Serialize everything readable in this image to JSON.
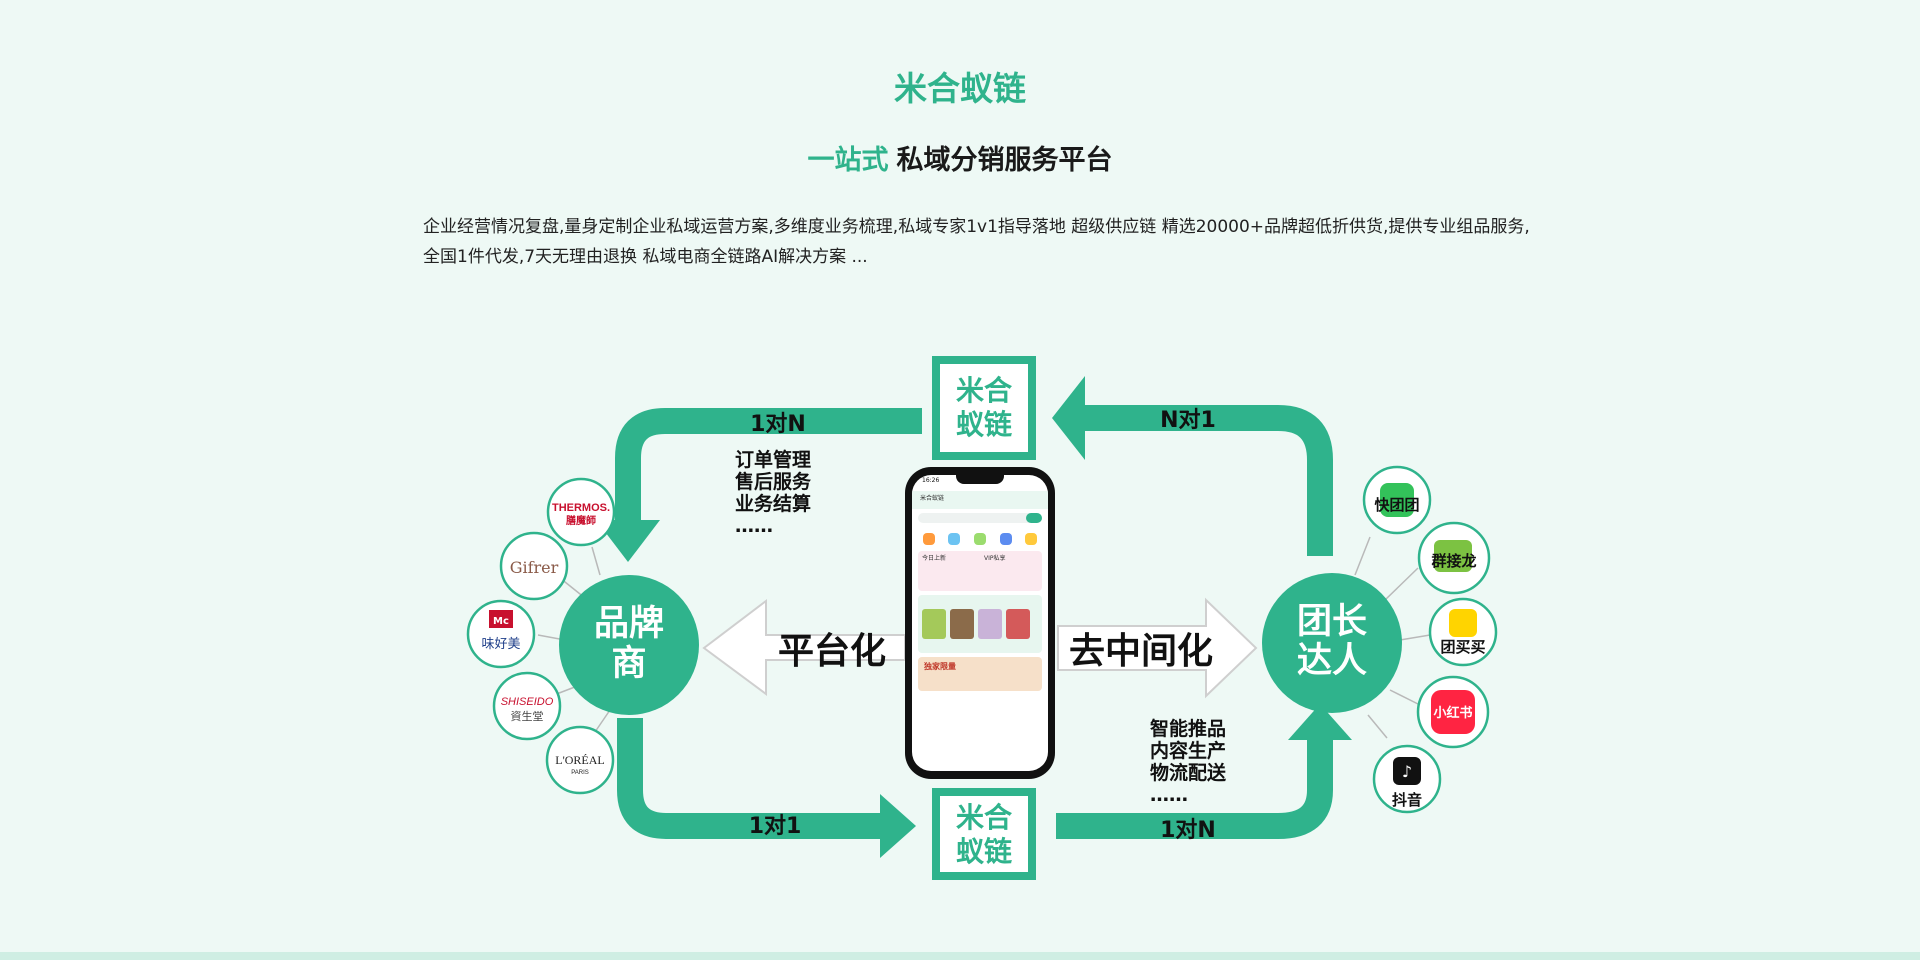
{
  "header": {
    "brand": "米合蚁链",
    "subtitle_accent": "一站式",
    "subtitle_rest": "私域分销服务平台",
    "desc_line1": "企业经营情况复盘,量身定制企业私域运营方案,多维度业务梳理,私域专家1v1指导落地 超级供应链 精选20000+品牌超低折供货,提供专业组品服务,",
    "desc_line2": "全国1件代发,7天无理由退换 私域电商全链路AI解决方案 ..."
  },
  "diagram": {
    "center_box_top": [
      "米合",
      "蚁链"
    ],
    "center_box_bottom": [
      "米合",
      "蚁链"
    ],
    "hub_left": [
      "品牌",
      "商"
    ],
    "hub_right": [
      "团长",
      "达人"
    ],
    "arrow_left_label": "平台化",
    "arrow_right_label": "去中间化",
    "flow_top_left": "1对N",
    "flow_top_right": "N对1",
    "flow_bottom_left": "1对1",
    "flow_bottom_right": "1对N",
    "services_top": [
      "订单管理",
      "售后服务",
      "业务结算",
      "……"
    ],
    "services_bottom": [
      "智能推品",
      "内容生产",
      "物流配送",
      "……"
    ],
    "brands": [
      "THERMOS 膳魔師",
      "Gifrer",
      "味好美",
      "SHISEIDO 資生堂",
      "L'ORÉAL PARIS"
    ],
    "channels": [
      "快团团",
      "群接龙",
      "团买买",
      "小红书",
      "抖音"
    ]
  },
  "phone": {
    "time": "16:26",
    "app_title": "米合蚁链",
    "today_label": "今日上新",
    "vip_label": "VIP私享",
    "promo_label": "独家限量"
  },
  "colors": {
    "accent": "#2fb38c",
    "background": "#eef9f5"
  }
}
